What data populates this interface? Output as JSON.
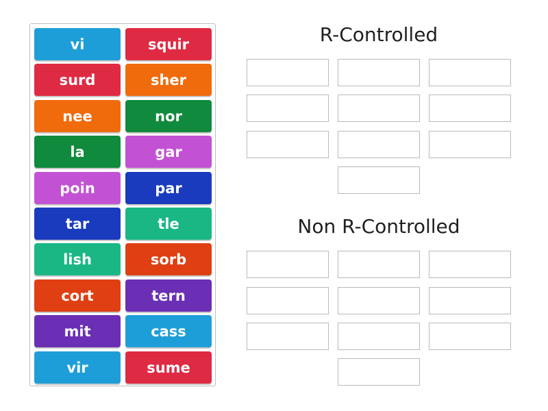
{
  "tiles": [
    {
      "label": "vi",
      "color": "#1e9ed8"
    },
    {
      "label": "squir",
      "color": "#df2a43"
    },
    {
      "label": "surd",
      "color": "#df2a43"
    },
    {
      "label": "sher",
      "color": "#f06b0c"
    },
    {
      "label": "nee",
      "color": "#f06b0c"
    },
    {
      "label": "nor",
      "color": "#108a3c"
    },
    {
      "label": "la",
      "color": "#108a3c"
    },
    {
      "label": "gar",
      "color": "#c252d3"
    },
    {
      "label": "poin",
      "color": "#c252d3"
    },
    {
      "label": "par",
      "color": "#1a3bbd"
    },
    {
      "label": "tar",
      "color": "#1a3bbd"
    },
    {
      "label": "tle",
      "color": "#1ab785"
    },
    {
      "label": "lish",
      "color": "#1ab785"
    },
    {
      "label": "sorb",
      "color": "#df3f12"
    },
    {
      "label": "cort",
      "color": "#df3f12"
    },
    {
      "label": "tern",
      "color": "#6a2fb5"
    },
    {
      "label": "mit",
      "color": "#6a2fb5"
    },
    {
      "label": "cass",
      "color": "#1e9ed8"
    },
    {
      "label": "vir",
      "color": "#1e9ed8"
    },
    {
      "label": "sume",
      "color": "#df2a43"
    }
  ],
  "groups": [
    {
      "title": "R-Controlled",
      "slot_count": 10
    },
    {
      "title": "Non R-Controlled",
      "slot_count": 10
    }
  ]
}
